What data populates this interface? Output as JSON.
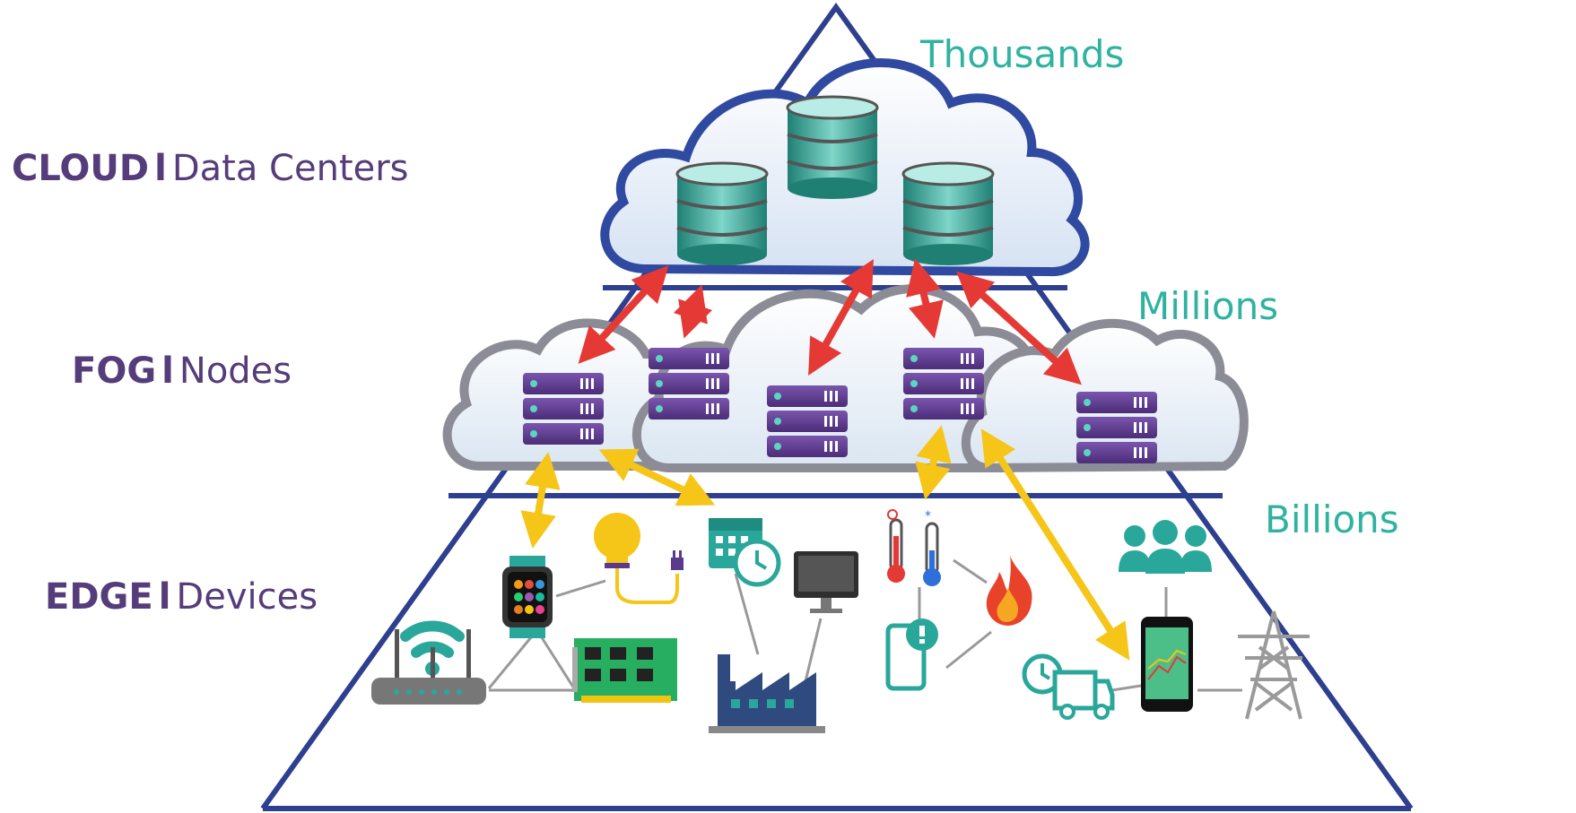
{
  "tiers": [
    {
      "key": "cloud",
      "name": "CLOUD",
      "separator": "l",
      "description": "Data Centers",
      "count": "Thousands"
    },
    {
      "key": "fog",
      "name": "FOG",
      "separator": "l",
      "description": "Nodes",
      "count": "Millions"
    },
    {
      "key": "edge",
      "name": "EDGE",
      "separator": "l",
      "description": "Devices",
      "count": "Billions"
    }
  ],
  "colors": {
    "pyramid_outline": "#2e3f8f",
    "tier_label": "#553c7a",
    "count_label": "#2fb3a0",
    "cloud_fog_links": "#e53935",
    "fog_edge_links": "#f5c518",
    "server": "#5b3a8c",
    "database": "#2a9d8f",
    "device_teal": "#2aa79b",
    "device_gray": "#666666"
  },
  "icons": {
    "cloud_tier": [
      "database-icon",
      "database-icon",
      "database-icon"
    ],
    "fog_tier": [
      "server-rack-icon",
      "server-rack-icon",
      "server-rack-icon",
      "server-rack-icon",
      "server-rack-icon"
    ],
    "edge_tier": [
      "wifi-router-icon",
      "smartwatch-icon",
      "light-bulb-icon",
      "circuit-board-icon",
      "calendar-clock-icon",
      "factory-icon",
      "monitor-icon",
      "thermometer-icon",
      "fire-icon",
      "phone-alert-icon",
      "delivery-truck-icon",
      "smartphone-icon",
      "people-icon",
      "power-tower-icon"
    ]
  }
}
